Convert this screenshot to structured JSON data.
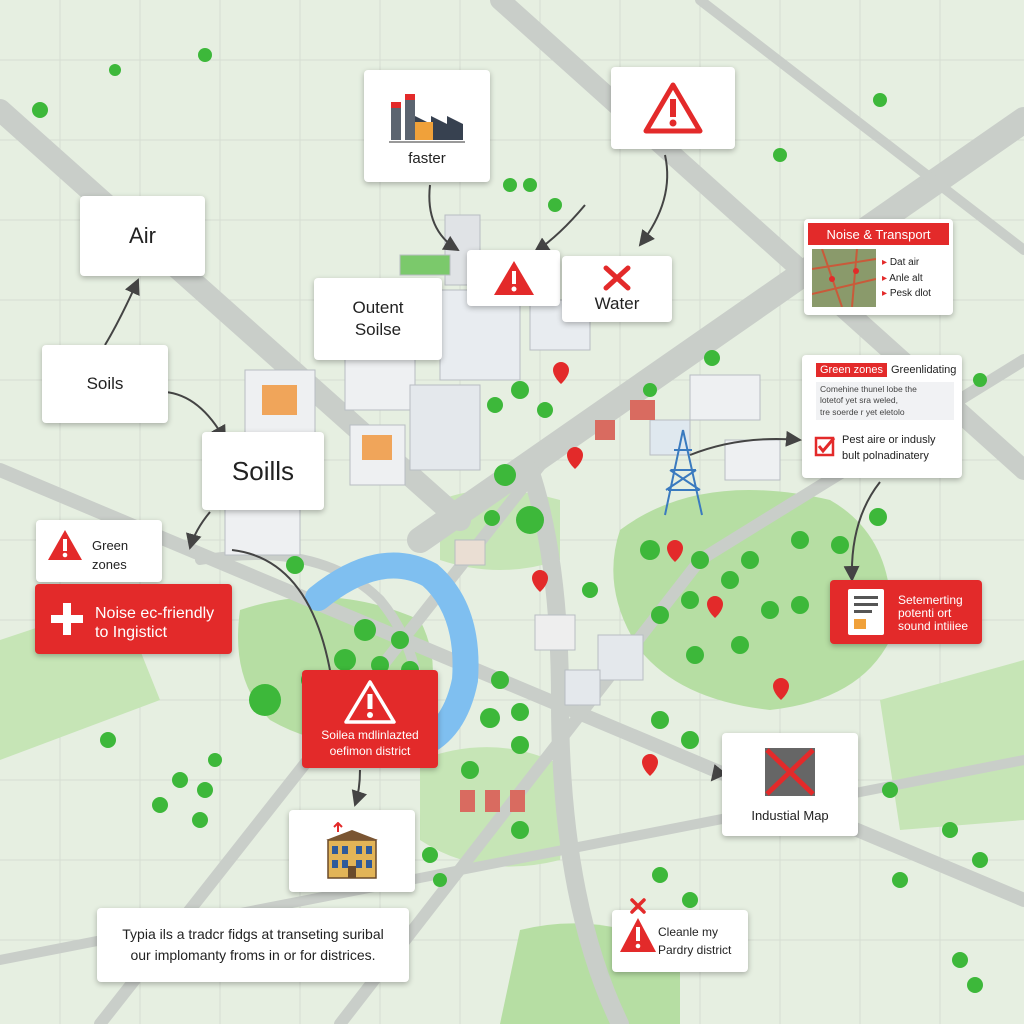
{
  "labels": {
    "air": "Air",
    "soils_small": "Soils",
    "soils_large": "Soills",
    "outent": "Outent\nSoilse",
    "faster": "faster",
    "water": "Water",
    "green_zones": "Green\nzones",
    "noise_friendly": "Noise ec-friendly\nto Ingistict",
    "soiles_warning": "Soilea mdlinlazted\noefimon district",
    "industrial_map": "Industial Map",
    "cleanle": "Cleanle my\nPardry district",
    "setemerting": "Setemerting\npotenti ort\nsound intiiiee",
    "footer_note": "Typia ils a tradcr fidgs at transeting suribal\nour implomanty froms in or for districes."
  },
  "noise_panel": {
    "title": "Noise & Transport",
    "items": [
      "Dat air",
      "Anle alt",
      "Pesk dlot"
    ]
  },
  "green_panel": {
    "title_badge": "Green zones",
    "title": "Greenlidating",
    "note": "Comehine thunel lobe the\nlotetof yet sra weled,\ntre soerde r yet eletolo",
    "check_text": "Pest aire or indusly\nbult polnadinatery"
  },
  "colors": {
    "background": "#e6efe1",
    "road": "#c9cec9",
    "park": "#b6dea3",
    "tree": "#3db83a",
    "water": "#7fbff0",
    "accent_red": "#e32a2a"
  },
  "icons": [
    "factory-icon",
    "warning-icon",
    "red-x-icon",
    "plus-icon",
    "checkbox-icon",
    "document-icon",
    "building-icon",
    "map-pin-icon",
    "power-tower-icon",
    "map-thumbnail-icon"
  ]
}
